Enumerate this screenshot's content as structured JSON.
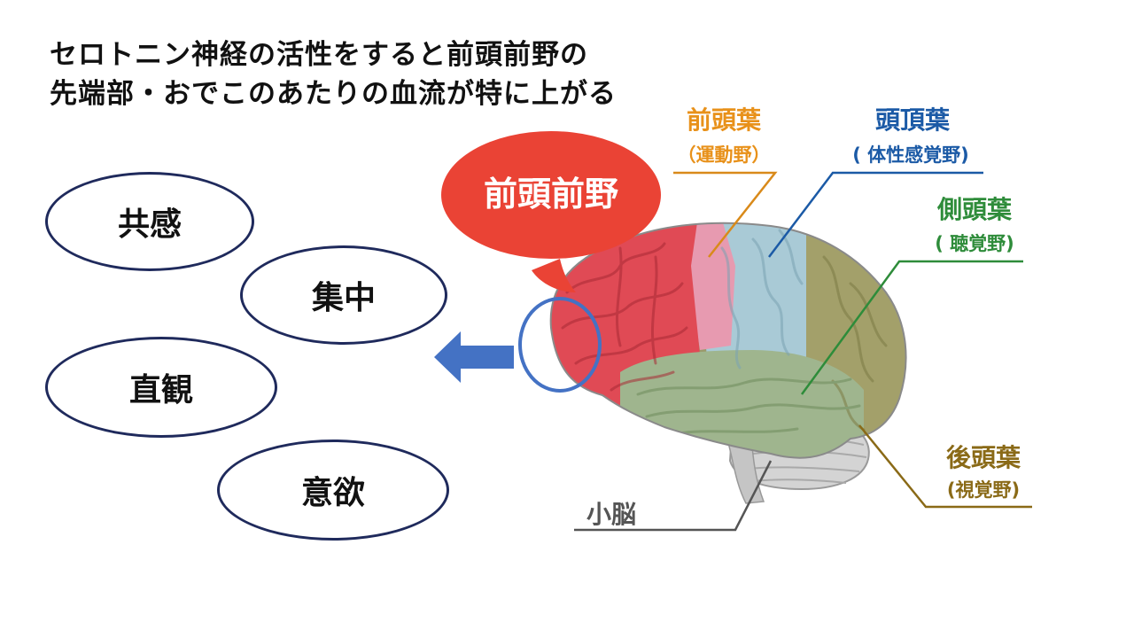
{
  "title": {
    "line1": "セロトニン神経の活性をすると前頭前野の",
    "line2": "先端部・おでこのあたりの血流が特に上がる"
  },
  "effects": [
    "共感",
    "集中",
    "直観",
    "意欲"
  ],
  "callout": "前頭前野",
  "lobes": {
    "frontal": {
      "name": "前頭葉",
      "sub": "（運動野）",
      "color": "#e8911a"
    },
    "parietal": {
      "name": "頭頂葉",
      "sub": "( 体性感覚野)",
      "color": "#1b5aa6"
    },
    "temporal": {
      "name": "側頭葉",
      "sub": "( 聴覚野)",
      "color": "#2e8c3a"
    },
    "occipital": {
      "name": "後頭葉",
      "sub": "(視覚野)",
      "color": "#8a6a17"
    },
    "cerebellum": {
      "name": "小脳",
      "color": "#555555"
    }
  },
  "colors": {
    "ellipse_border": "#1f2a5c",
    "arrow": "#4472c4",
    "callout_bubble": "#ea4335",
    "prefrontal": "#e04a55"
  }
}
